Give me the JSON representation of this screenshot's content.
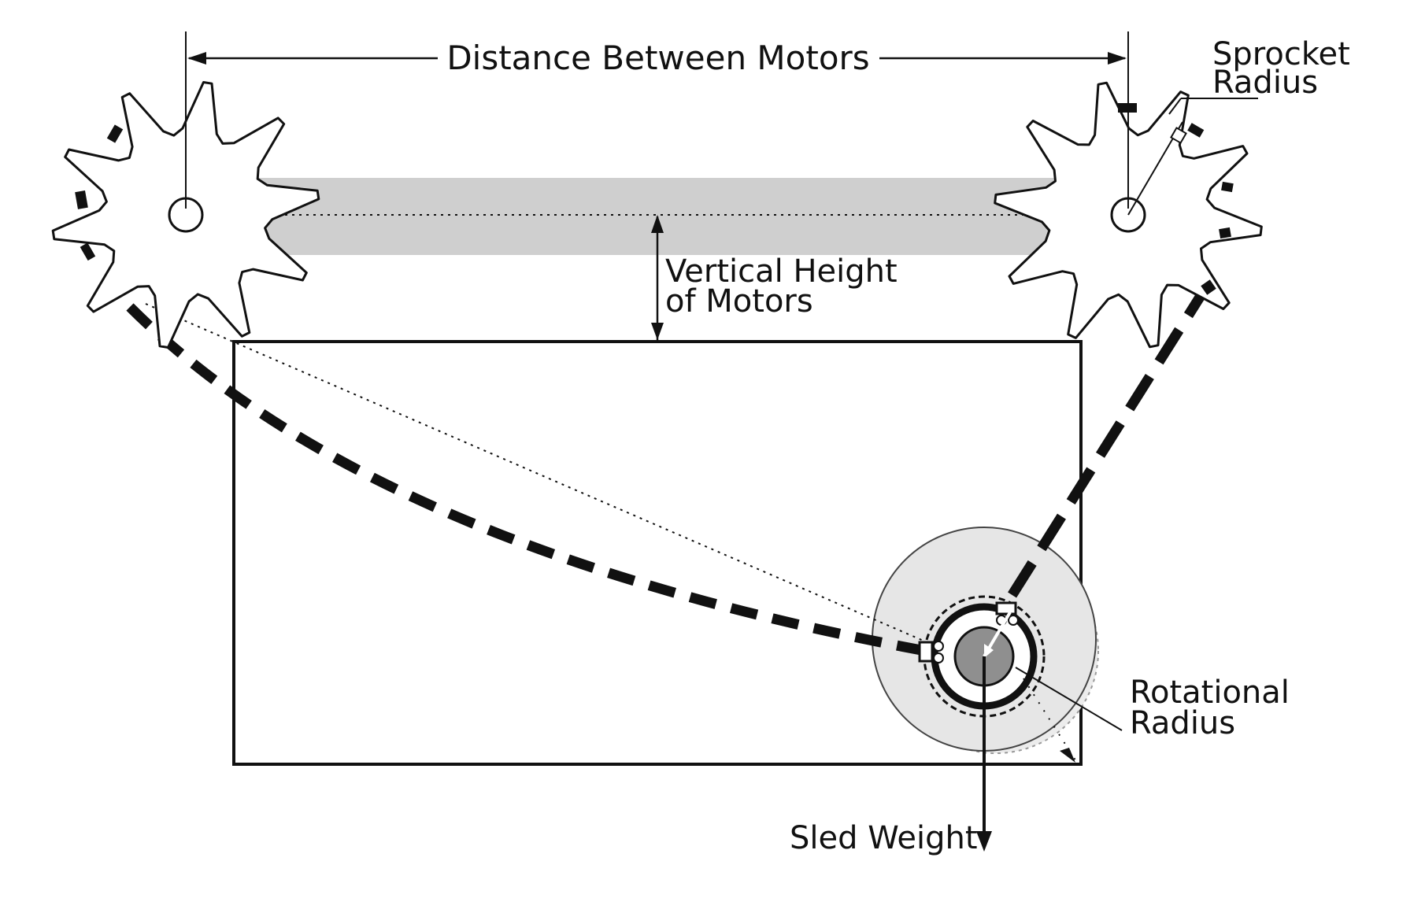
{
  "labels": {
    "distance_between_motors": "Distance Between Motors",
    "sprocket_radius_line1": "Sprocket",
    "sprocket_radius_line2": "Radius",
    "vertical_height_line1": "Vertical Height",
    "vertical_height_line2": "of Motors",
    "rotational_radius_line1": "Rotational",
    "rotational_radius_line2": "Radius",
    "sled_weight": "Sled Weight"
  },
  "colors": {
    "ink": "#111111",
    "band_gray": "#cfcfcf",
    "sled_outer": "#e6e6e6",
    "sled_hub": "#8f8f8f"
  },
  "icons": {
    "left_sprocket": "gear-icon",
    "right_sprocket": "gear-icon",
    "sled": "sled-ring-icon"
  }
}
